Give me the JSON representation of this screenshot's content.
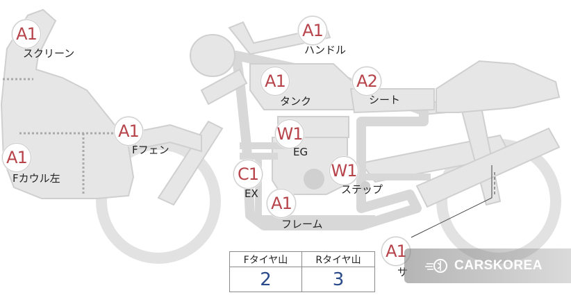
{
  "colors": {
    "part_fill": "#e6e6e6",
    "part_stroke": "#cfcfcf",
    "grade_text": "#b7434a",
    "value_text": "#2a4a8a"
  },
  "parts": {
    "screen": {
      "grade": "A1",
      "label": "スクリーン"
    },
    "handle": {
      "grade": "A1",
      "label": "ハンドル"
    },
    "tank": {
      "grade": "A1",
      "label": "タンク"
    },
    "seat": {
      "grade": "A2",
      "label": "シート"
    },
    "f_fender": {
      "grade": "A1",
      "label": "Fフェン"
    },
    "engine": {
      "grade": "W1",
      "label": "EG"
    },
    "f_cowl_left": {
      "grade": "A1",
      "label": "Fカウル左"
    },
    "exhaust": {
      "grade": "C1",
      "label": "EX"
    },
    "step": {
      "grade": "W1",
      "label": "ステップ"
    },
    "frame": {
      "grade": "A1",
      "label": "フレーム"
    },
    "side": {
      "grade": "A1",
      "label": "サ"
    }
  },
  "tire_table": {
    "headers": [
      "Fタイヤ山",
      "Rタイヤ山"
    ],
    "values": [
      "2",
      "3"
    ]
  },
  "watermark": {
    "text": "CARSKOREA",
    "icon": "carskorea-logo-icon"
  }
}
